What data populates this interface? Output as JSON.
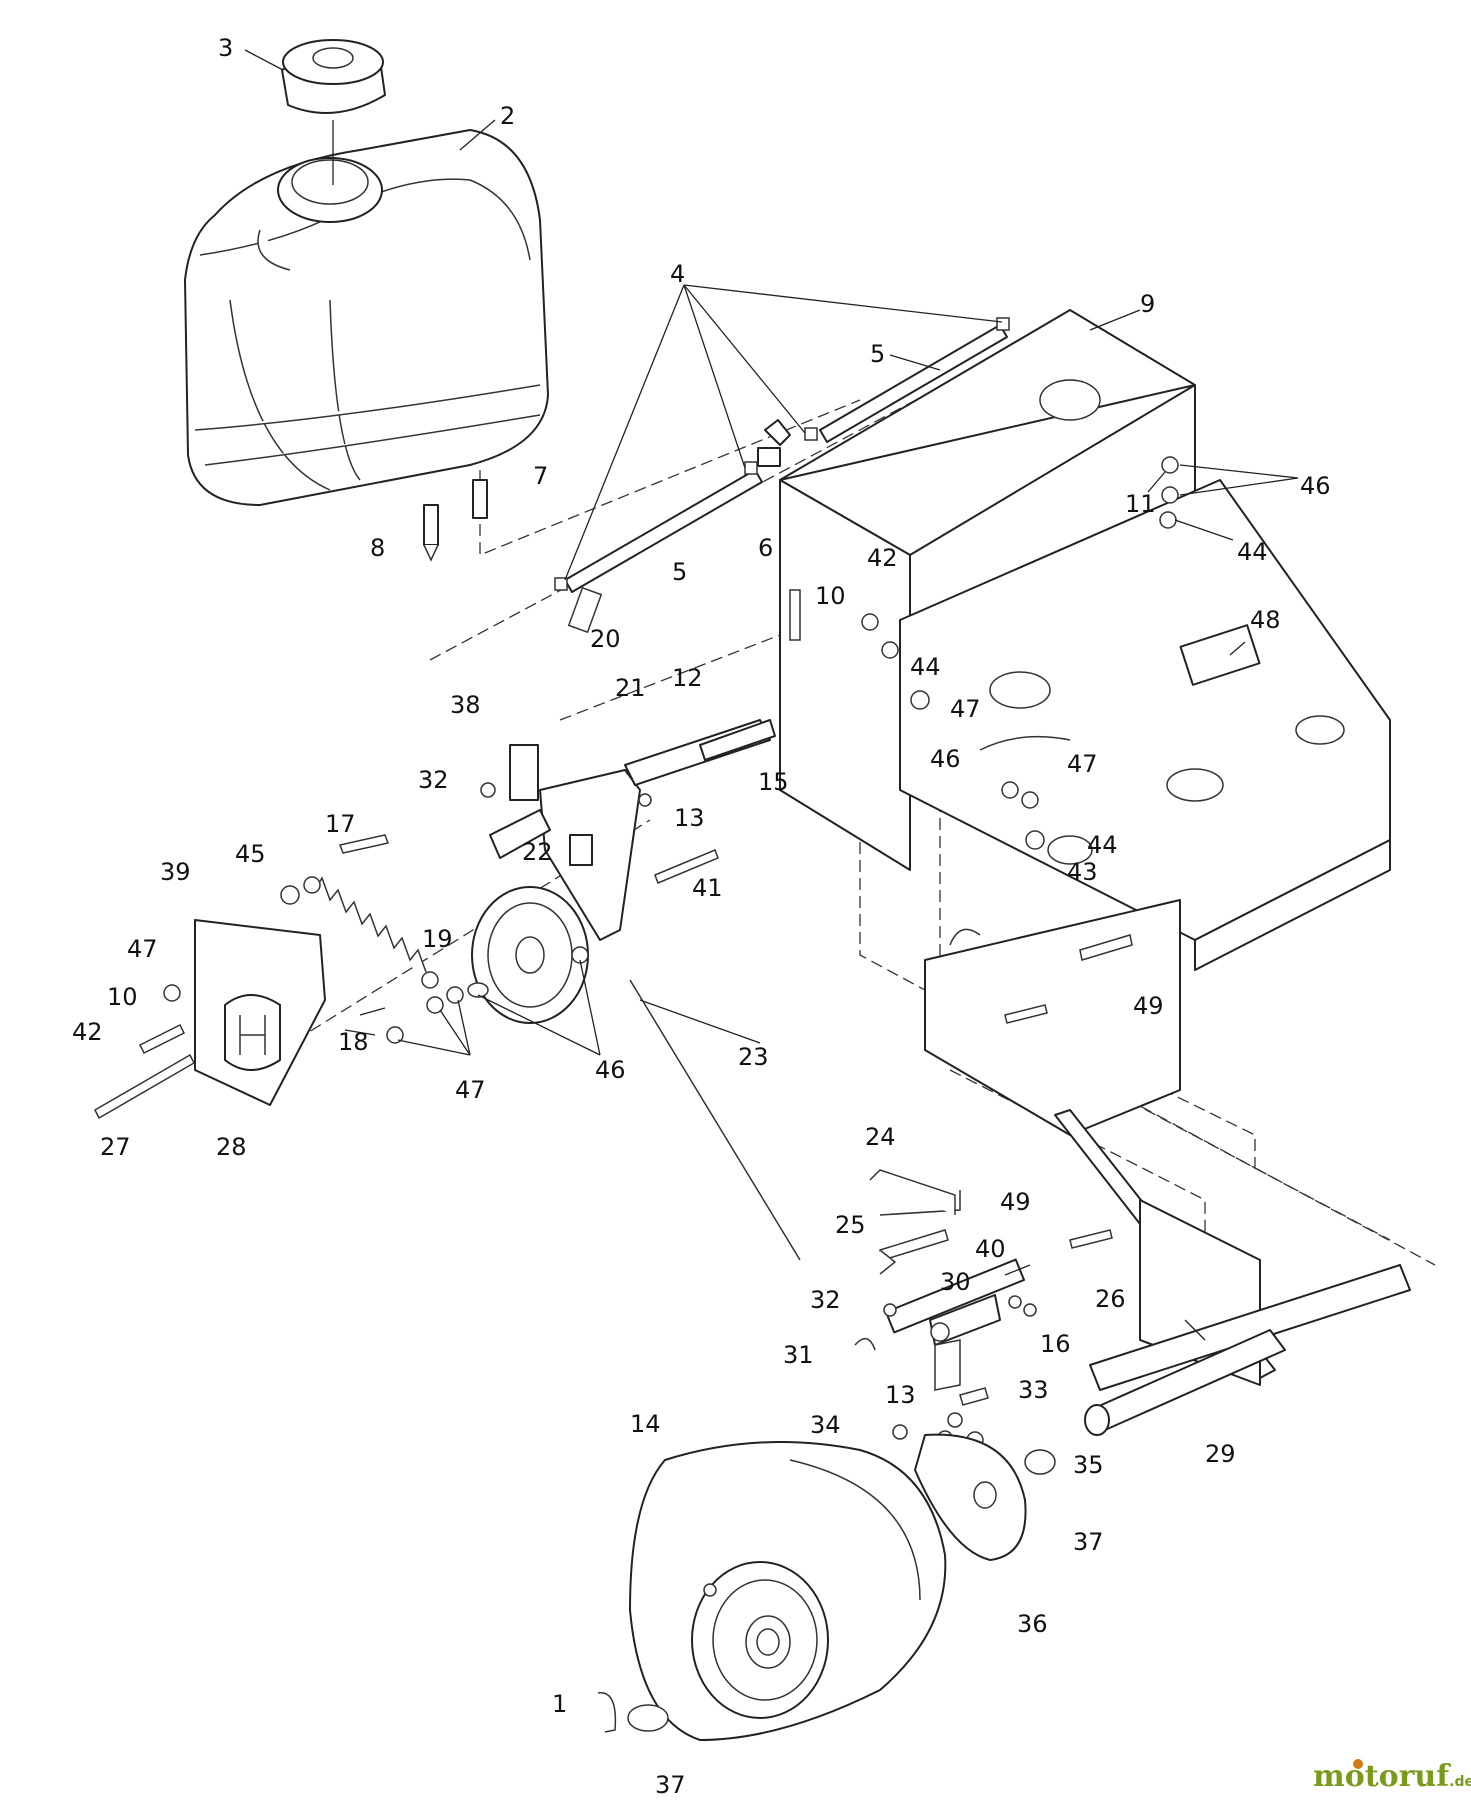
{
  "diagram": {
    "callouts": [
      "1",
      "2",
      "3",
      "4",
      "5",
      "5",
      "6",
      "7",
      "8",
      "9",
      "10",
      "10",
      "11",
      "12",
      "13",
      "13",
      "14",
      "15",
      "16",
      "17",
      "18",
      "19",
      "20",
      "21",
      "22",
      "23",
      "24",
      "25",
      "26",
      "27",
      "28",
      "29",
      "30",
      "31",
      "32",
      "32",
      "33",
      "34",
      "35",
      "36",
      "37",
      "37",
      "38",
      "39",
      "40",
      "41",
      "42",
      "42",
      "43",
      "44",
      "44",
      "44",
      "45",
      "46",
      "46",
      "46",
      "47",
      "47",
      "47",
      "47",
      "48",
      "49",
      "49"
    ]
  },
  "watermark": {
    "brand": "motoruf",
    "suffix": ".de",
    "brand_color": "#7a9a1c",
    "accent_color": "#d07a1a"
  }
}
